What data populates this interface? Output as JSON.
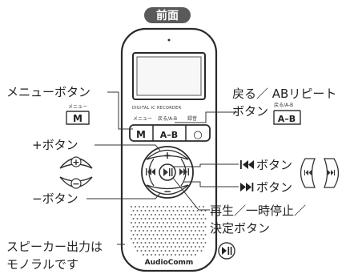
{
  "title_pill": "前面",
  "device": {
    "brand": "DIGITAL IC RECORDER",
    "logo": "AudioComm",
    "btn_label_menu": "メニュー",
    "btn_label_back": "戻る/A-B",
    "btn_label_rec": "録音",
    "key_m": "M",
    "key_ab": "A–B",
    "key_rec_glyph": "○",
    "plus_glyph": "+",
    "minus_glyph": "−"
  },
  "callouts": {
    "menu_button": "メニューボタン",
    "menu_icon_caption": "メニュー",
    "menu_icon_key": "M",
    "back_ab_line1": "戻る／ ABリピート",
    "back_ab_line2": "ボタン",
    "back_ab_icon_caption": "戻る/A-B",
    "back_ab_icon_key": "A–B",
    "plus_button": "+ボタン",
    "minus_button": "−ボタン",
    "prev_button": "ボタン",
    "next_button": "ボタン",
    "play_line1": "再生／一時停止／",
    "play_line2": "決定ボタン",
    "speaker_line1": "スピーカー出力は",
    "speaker_line2": "モノラルです"
  }
}
